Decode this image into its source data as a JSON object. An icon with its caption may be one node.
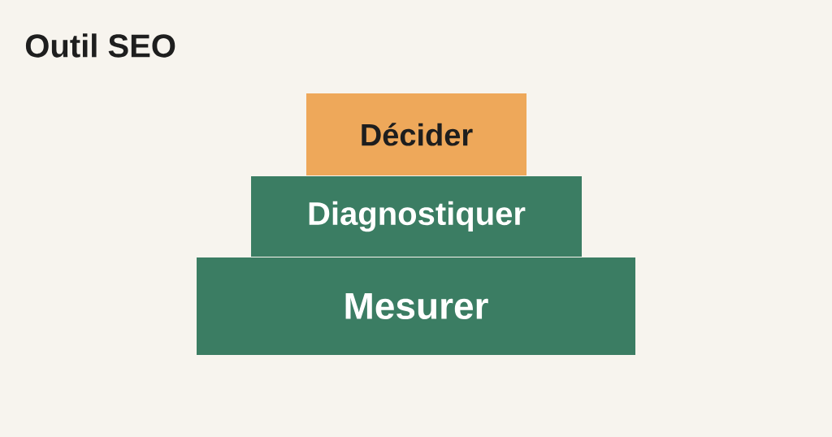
{
  "diagram": {
    "title": "Outil SEO",
    "nodes": [
      {
        "text": [
          "Décider"
        ]
      },
      {
        "text": [
          "Diagnostiquer"
        ]
      },
      {
        "text": [
          "Mesurer"
        ]
      }
    ]
  }
}
